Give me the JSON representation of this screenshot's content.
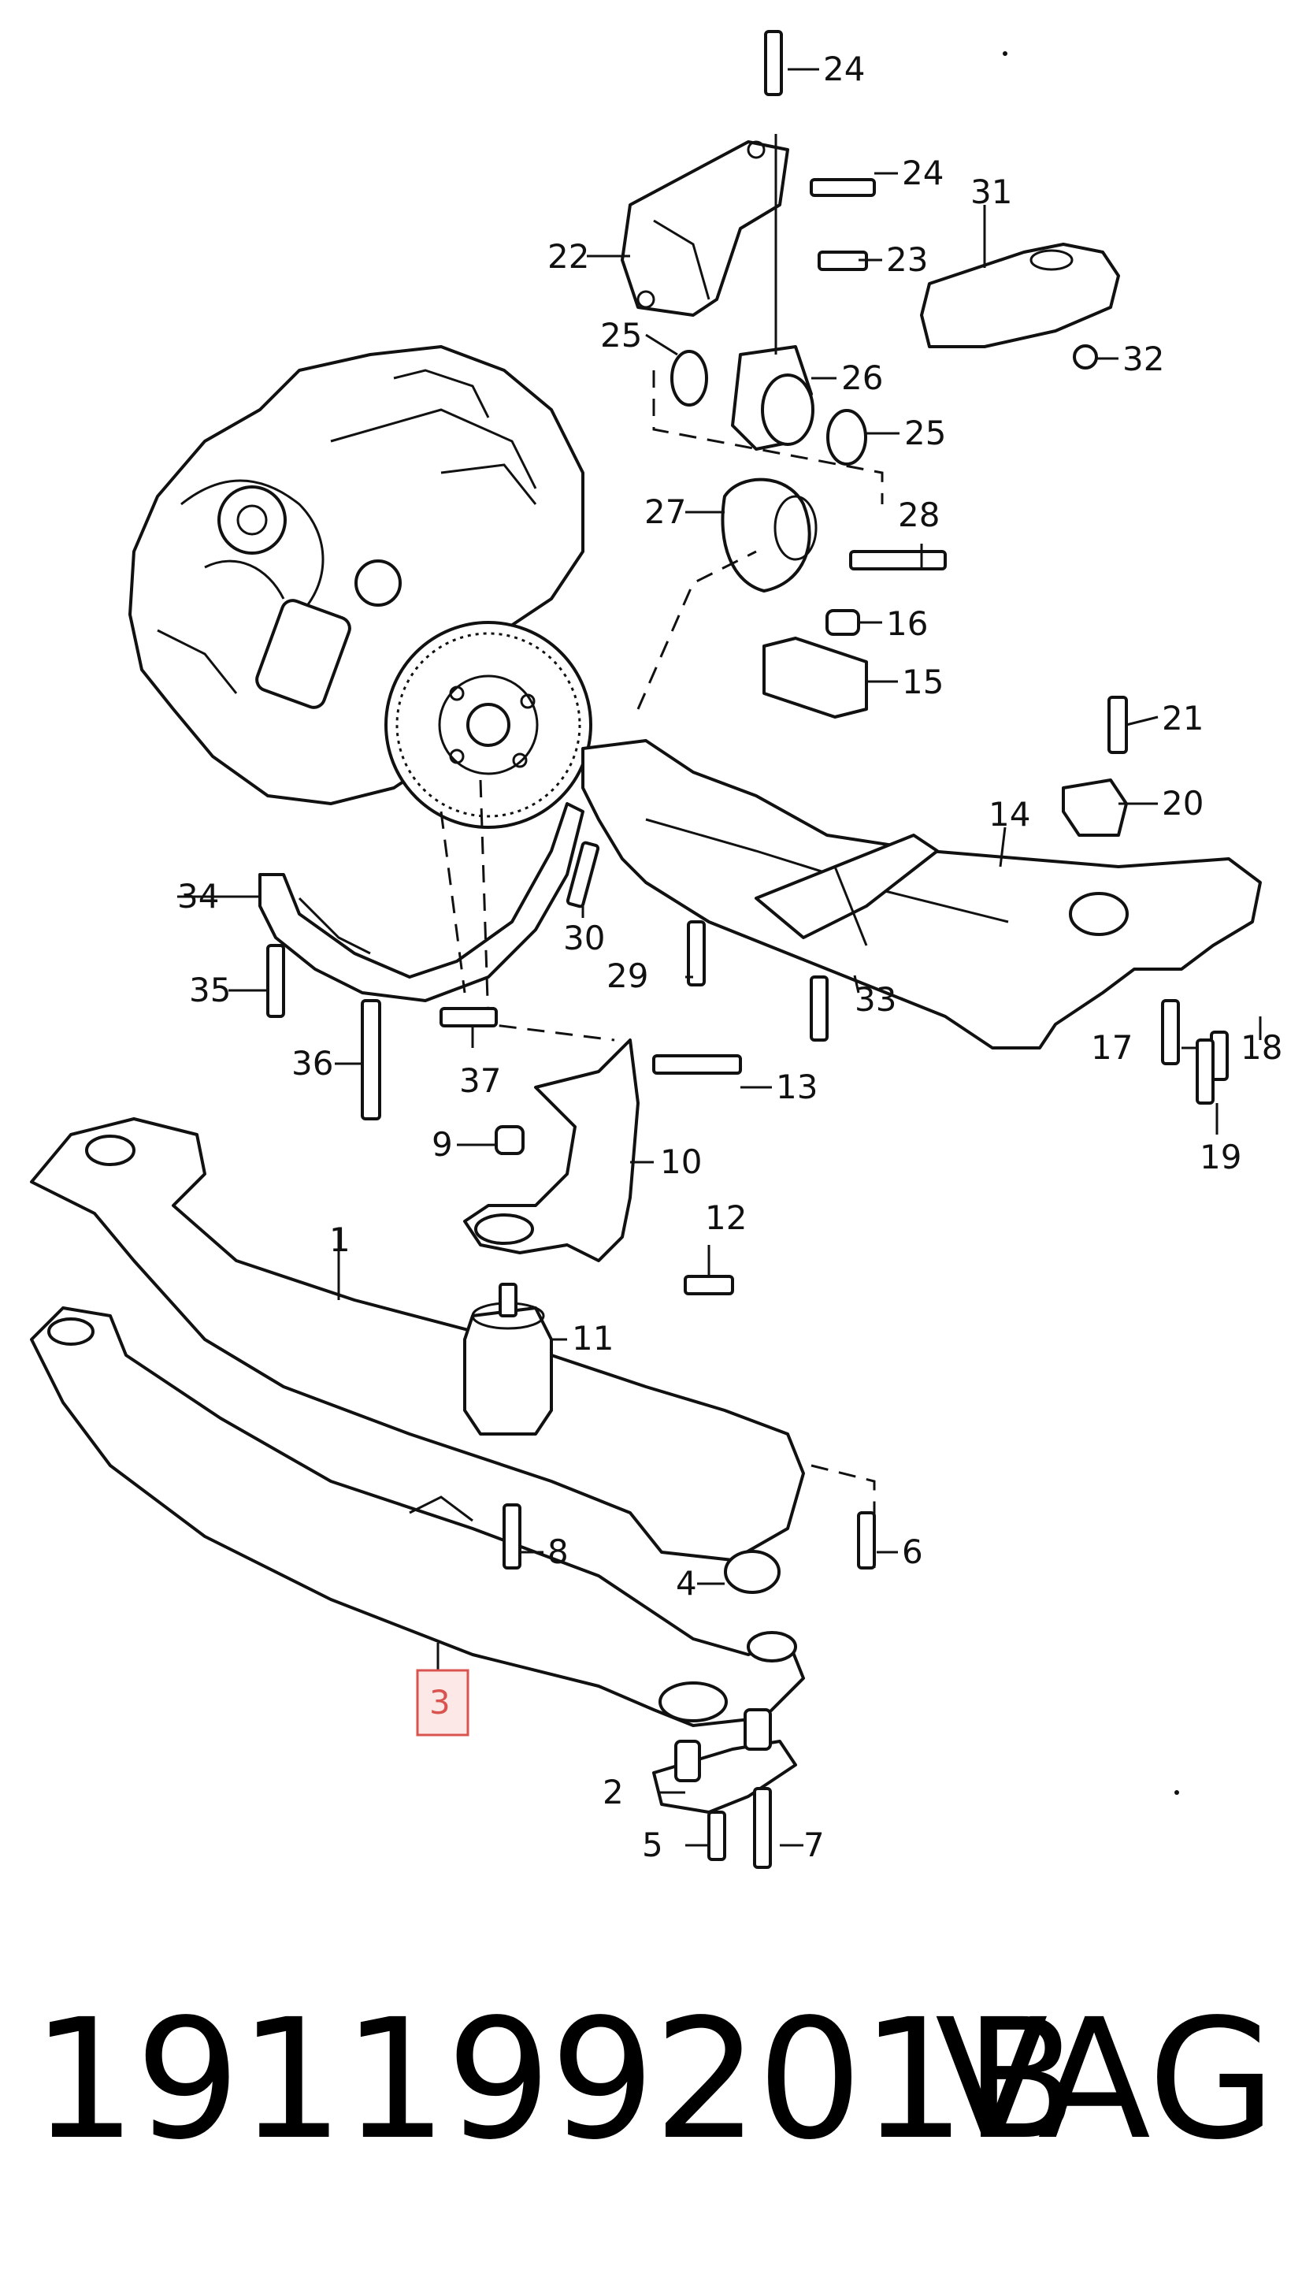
{
  "diagram": {
    "callouts": {
      "c1": "1",
      "c2": "2",
      "c3": "3",
      "c4": "4",
      "c5": "5",
      "c6": "6",
      "c7": "7",
      "c8": "8",
      "c9": "9",
      "c10": "10",
      "c11": "11",
      "c12": "12",
      "c13": "13",
      "c14": "14",
      "c15": "15",
      "c16": "16",
      "c17": "17",
      "c18": "18",
      "c19": "19",
      "c20": "20",
      "c21": "21",
      "c22": "22",
      "c23": "23",
      "c24a": "24",
      "c24b": "24",
      "c25a": "25",
      "c25b": "25",
      "c26": "26",
      "c27": "27",
      "c28": "28",
      "c29": "29",
      "c30": "30",
      "c31": "31",
      "c32": "32",
      "c33": "33",
      "c34": "34",
      "c35": "35",
      "c36": "36",
      "c37": "37"
    },
    "highlighted_callout": "3",
    "highlight_color": "#d9534f"
  },
  "footer": {
    "part_number": "191199201B",
    "brand": "VAG"
  }
}
